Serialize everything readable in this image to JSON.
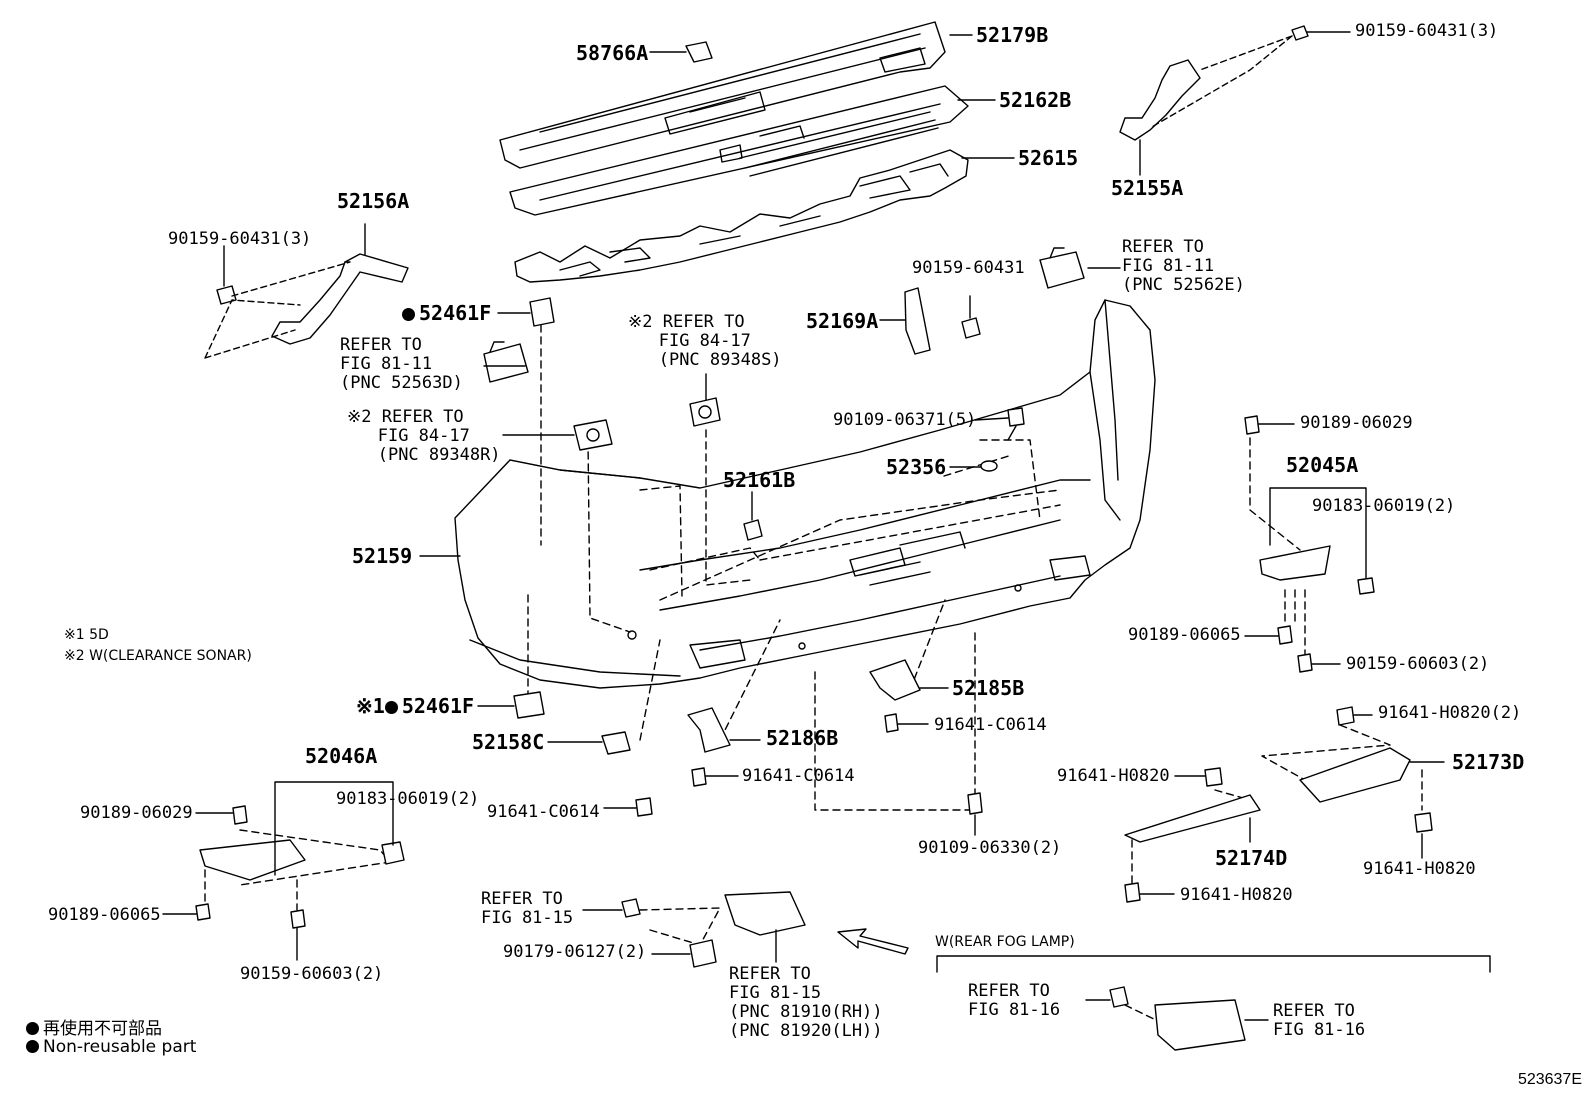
{
  "labels": {
    "p58766A": "58766A",
    "p52179B": "52179B",
    "p52162B": "52162B",
    "p52615": "52615",
    "p52156A": "52156A",
    "p52155A": "52155A",
    "p90159_60431_3_left": "90159-60431(3)",
    "p90159_60431_3_right": "90159-60431(3)",
    "p52461F_top": "52461F",
    "p52461F_bottom": "52461F",
    "p52169A": "52169A",
    "p90159_60431": "90159-60431",
    "p90109_06371_5": "90109-06371(5)",
    "p52356": "52356",
    "p52161B": "52161B",
    "p52159": "52159",
    "p90189_06029_right": "90189-06029",
    "p52045A": "52045A",
    "p90183_06019_2_right": "90183-06019(2)",
    "p90189_06065_right": "90189-06065",
    "p90159_60603_2_right": "90159-60603(2)",
    "p91641_H0820_2": "91641-H0820(2)",
    "p52173D": "52173D",
    "p91641_H0820_a": "91641-H0820",
    "p52174D": "52174D",
    "p91641_H0820_b": "91641-H0820",
    "p91641_H0820_c": "91641-H0820",
    "p52185B": "52185B",
    "p91641_C0614_a": "91641-C0614",
    "p52186B": "52186B",
    "p91641_C0614_b": "91641-C0614",
    "p52158C": "52158C",
    "p91641_C0614_c": "91641-C0614",
    "p90109_06330_2": "90109-06330(2)",
    "p52046A": "52046A",
    "p90189_06029_left": "90189-06029",
    "p90183_06019_2_left": "90183-06019(2)",
    "p90189_06065_left": "90189-06065",
    "p90159_60603_2_left": "90159-60603(2)",
    "p90179_06127_2": "90179-06127(2)"
  },
  "refs": {
    "fig81_11_top": [
      "REFER TO",
      "FIG 81-11",
      "(PNC 52562E)"
    ],
    "fig81_11_left": [
      "REFER TO",
      "FIG 81-11",
      "(PNC 52563D)"
    ],
    "fig84_17_left": [
      "REFER TO",
      "FIG 84-17",
      "(PNC 89348R)"
    ],
    "fig84_17_mid": [
      "REFER TO",
      "FIG 84-17",
      "(PNC 89348S)"
    ],
    "fig81_15_bolt": [
      "REFER TO",
      "FIG 81-15"
    ],
    "fig81_15_lamp": [
      "REFER TO",
      "FIG 81-15",
      "(PNC 81910(RH))",
      "(PNC 81920(LH))"
    ],
    "fig81_16_left": [
      "REFER TO",
      "FIG 81-16"
    ],
    "fig81_16_right": [
      "REFER TO",
      "FIG 81-16"
    ]
  },
  "marks": {
    "note2": "※2",
    "note1": "※1"
  },
  "notes": {
    "n1": "※1 5D",
    "n2": "※2 W(CLEARANCE SONAR)",
    "rear_fog": "W(REAR FOG LAMP)"
  },
  "legend": {
    "jp": "再使用不可部品",
    "en": "Non-reusable part"
  },
  "diagram_code": "523637E"
}
